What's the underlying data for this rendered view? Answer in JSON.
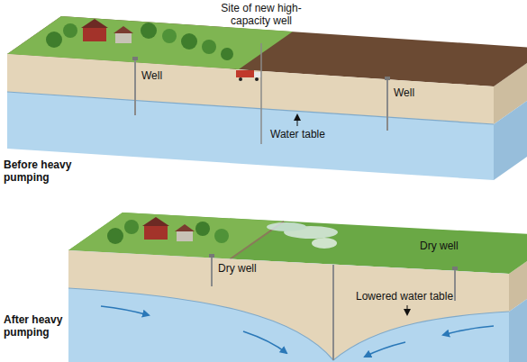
{
  "diagram": {
    "labels": [
      "Site of new high-capacity well",
      "Well",
      "Well",
      "Water table",
      "Before heavy pumping",
      "Dry well",
      "Dry well",
      "Lowered water table",
      "After heavy pumping"
    ]
  }
}
